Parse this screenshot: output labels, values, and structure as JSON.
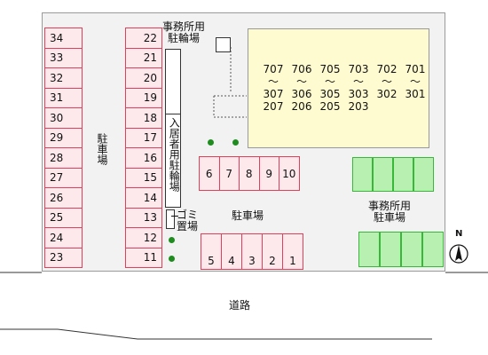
{
  "left_spaces": [
    "34",
    "33",
    "32",
    "31",
    "30",
    "29",
    "28",
    "27",
    "26",
    "25",
    "24",
    "23"
  ],
  "right_spaces": [
    "22",
    "21",
    "20",
    "19",
    "18",
    "17",
    "16",
    "15",
    "14",
    "13",
    "12",
    "11"
  ],
  "bottom_row_spaces": [
    "5",
    "4",
    "3",
    "2",
    "1"
  ],
  "middle_row_spaces": [
    "6",
    "7",
    "8",
    "9",
    "10"
  ],
  "labels": {
    "office_bike_parking": "事務所用\n駐輪場",
    "resident_bike_parking": "入居者用駐輪場",
    "garbage_area": "ゴミ\n置場",
    "parking_vertical": "駐車場",
    "parking_center": "駐車場",
    "office_parking": "事務所用\n駐車場",
    "road": "道路",
    "north": "N"
  },
  "building_units": [
    {
      "top": "707",
      "bottom": "307",
      "extra": "207"
    },
    {
      "top": "706",
      "bottom": "306",
      "extra": "206"
    },
    {
      "top": "705",
      "bottom": "305",
      "extra": "205"
    },
    {
      "top": "703",
      "bottom": "303",
      "extra": "203"
    },
    {
      "top": "702",
      "bottom": "302",
      "extra": ""
    },
    {
      "top": "701",
      "bottom": "301",
      "extra": ""
    }
  ],
  "range_mark": "〜",
  "colors": {
    "parking_fill": "#fde8ec",
    "parking_border": "#e0405a",
    "office_parking_fill": "#b7f0b0",
    "tree": "#1e8c1e",
    "building": "#fffbd0"
  }
}
